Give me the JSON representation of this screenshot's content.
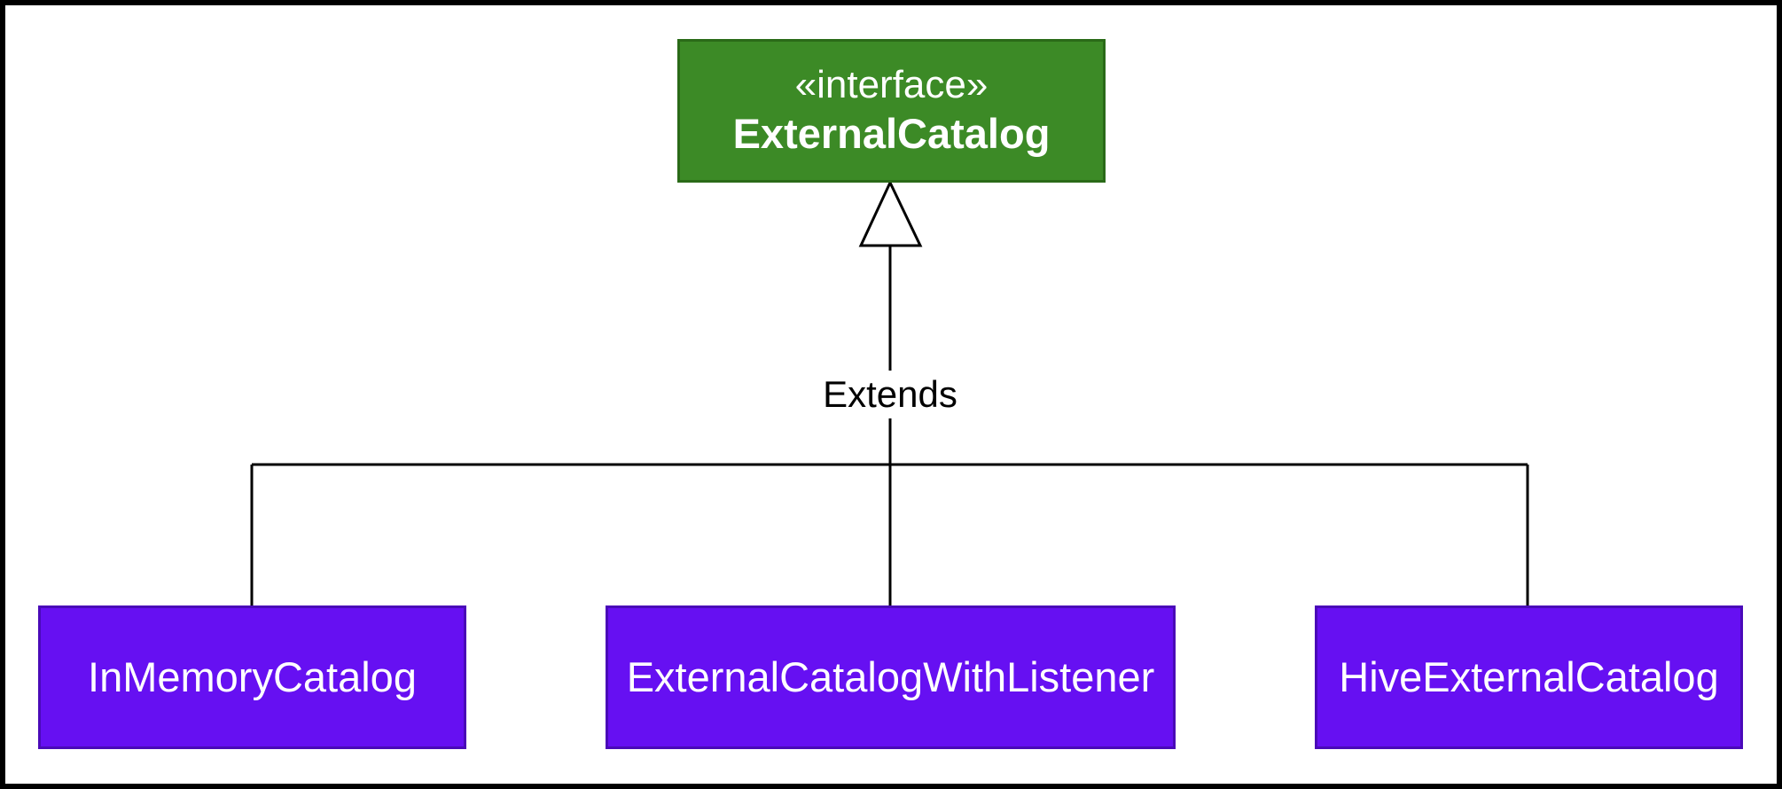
{
  "diagram": {
    "interface": {
      "stereotype": "«interface»",
      "name": "ExternalCatalog",
      "color": "#3c8a26"
    },
    "relationship_label": "Extends",
    "implementations": [
      {
        "name": "InMemoryCatalog"
      },
      {
        "name": "ExternalCatalogWithListener"
      },
      {
        "name": "HiveExternalCatalog"
      }
    ],
    "implementation_color": "#6610f2"
  }
}
